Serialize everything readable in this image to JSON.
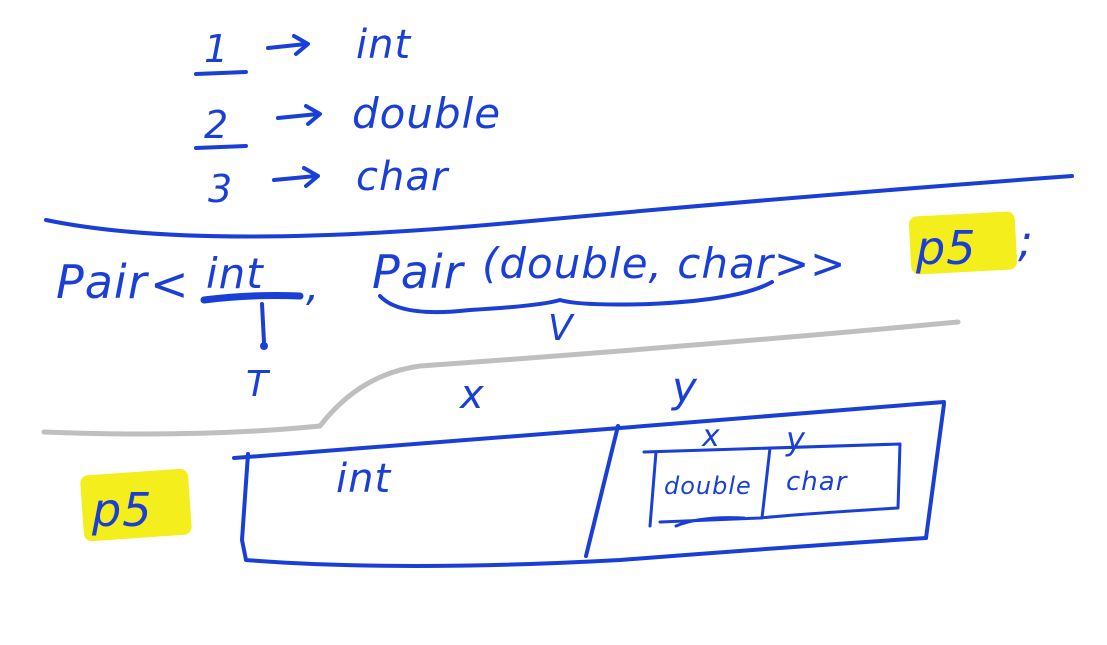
{
  "legend": [
    {
      "key": "1",
      "type": "int"
    },
    {
      "key": "2",
      "type": "double"
    },
    {
      "key": "3",
      "type": "char"
    }
  ],
  "declaration": {
    "pair_outer": "Pair",
    "open_angle": "<",
    "first_type": "int",
    "comma": ",",
    "pair_inner": "Pair",
    "inner_args": "(double, char>>",
    "variable": "p5",
    "semicolon": ";",
    "first_param": "T",
    "second_param": "V"
  },
  "layout_diagram": {
    "object_label": "p5",
    "x_label": "x",
    "y_label": "y",
    "x_cell_type": "int",
    "inner_x_label": "x",
    "inner_y_label": "y",
    "inner_x_type": "double",
    "inner_y_type": "char"
  },
  "colors": {
    "ink": "#1a3fd6",
    "highlight": "#f4ee1c",
    "divider": "#a9a9a9"
  }
}
